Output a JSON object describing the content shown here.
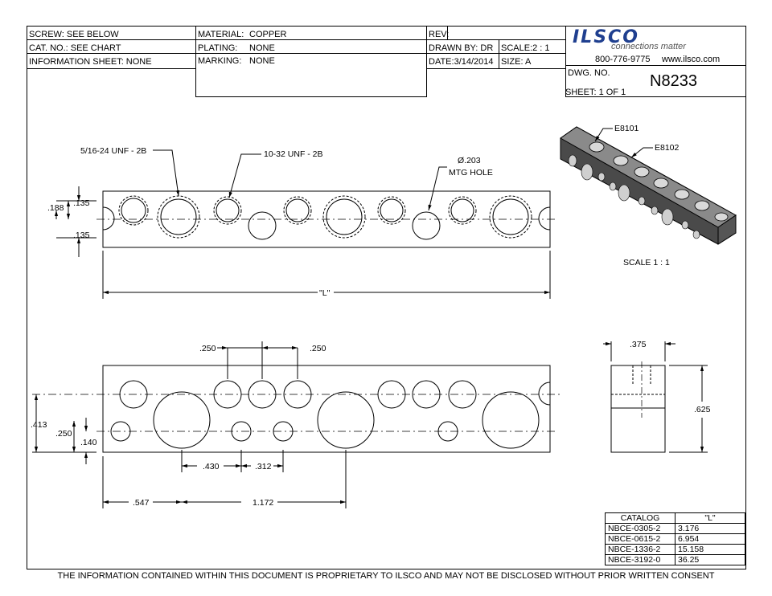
{
  "title_block": {
    "screw": "SCREW:  SEE BELOW",
    "cat_no": "CAT. NO.: SEE CHART",
    "info_sheet": "INFORMATION SHEET: NONE",
    "material_label": "MATERIAL:",
    "material_value": "COPPER",
    "plating_label": "PLATING:",
    "plating_value": "NONE",
    "marking_label": "MARKING:",
    "marking_value": "NONE",
    "rev": "REV:",
    "drawn_by": "DRAWN BY: DR",
    "scale": "SCALE:2 : 1",
    "date": "DATE:3/14/2014",
    "size": "SIZE: A",
    "logo": "ILSCO",
    "tagline": "connections matter",
    "phone": "800-776-9775",
    "website": "www.ilsco.com",
    "dwg_no_label": "DWG. NO.",
    "dwg_no": "N8233",
    "sheet": "SHEET: 1  OF 1"
  },
  "annotations": {
    "thread_large": "5/16-24 UNF - 2B",
    "thread_small": "10-32 UNF - 2B",
    "mtg_hole_dia": "Ø.203",
    "mtg_hole": "MTG HOLE",
    "part1": "E8101",
    "part2": "E8102",
    "iso_scale": "SCALE 1 : 1"
  },
  "dimensions": {
    "d188": ".188",
    "d135a": ".135",
    "d135b": ".135",
    "length": "\"L\"",
    "d250a": ".250",
    "d250b": ".250",
    "d413": ".413",
    "d250c": ".250",
    "d140": ".140",
    "d430": ".430",
    "d312": ".312",
    "d547": ".547",
    "d1172": "1.172",
    "d375": ".375",
    "d625": ".625"
  },
  "catalog": {
    "headers": [
      "CATALOG",
      "\"L\""
    ],
    "rows": [
      [
        "NBCE-0305-2",
        "3.176"
      ],
      [
        "NBCE-0615-2",
        "6.954"
      ],
      [
        "NBCE-1336-2",
        "15.158"
      ],
      [
        "NBCE-3192-0",
        "36.25"
      ]
    ]
  },
  "footer": "THE INFORMATION CONTAINED WITHIN THIS DOCUMENT IS PROPRIETARY TO ILSCO AND MAY NOT BE DISCLOSED WITHOUT PRIOR WRITTEN CONSENT"
}
